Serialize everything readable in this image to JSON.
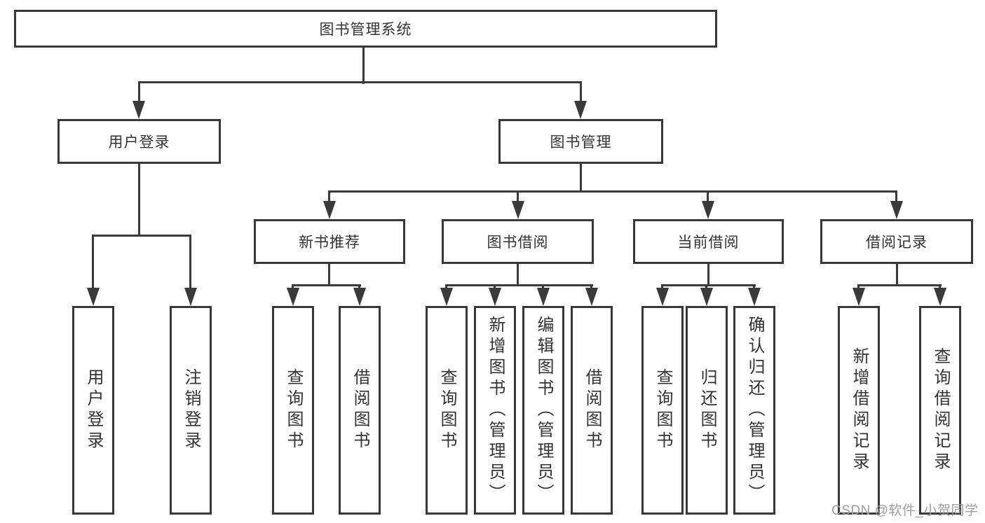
{
  "diagram": {
    "root": {
      "label": "图书管理系统"
    },
    "level2": {
      "user_login": {
        "label": "用户登录"
      },
      "book_mgmt": {
        "label": "图书管理"
      }
    },
    "level3": {
      "new_book": {
        "label": "新书推荐"
      },
      "borrow": {
        "label": "图书借阅"
      },
      "current": {
        "label": "当前借阅"
      },
      "records": {
        "label": "借阅记录"
      }
    },
    "leaves": {
      "user_login": [
        "用户登录",
        "注销登录"
      ],
      "new_book": [
        "查询图书",
        "借阅图书"
      ],
      "borrow": [
        "查询图书",
        "新增图书（管理员）",
        "编辑图书（管理员）",
        "借阅图书"
      ],
      "current": [
        "查询图书",
        "归还图书",
        "确认归还（管理员）"
      ],
      "records": [
        "新增借阅记录",
        "查询借阅记录"
      ]
    }
  },
  "watermark": "CSDN @软件_小贺同学"
}
